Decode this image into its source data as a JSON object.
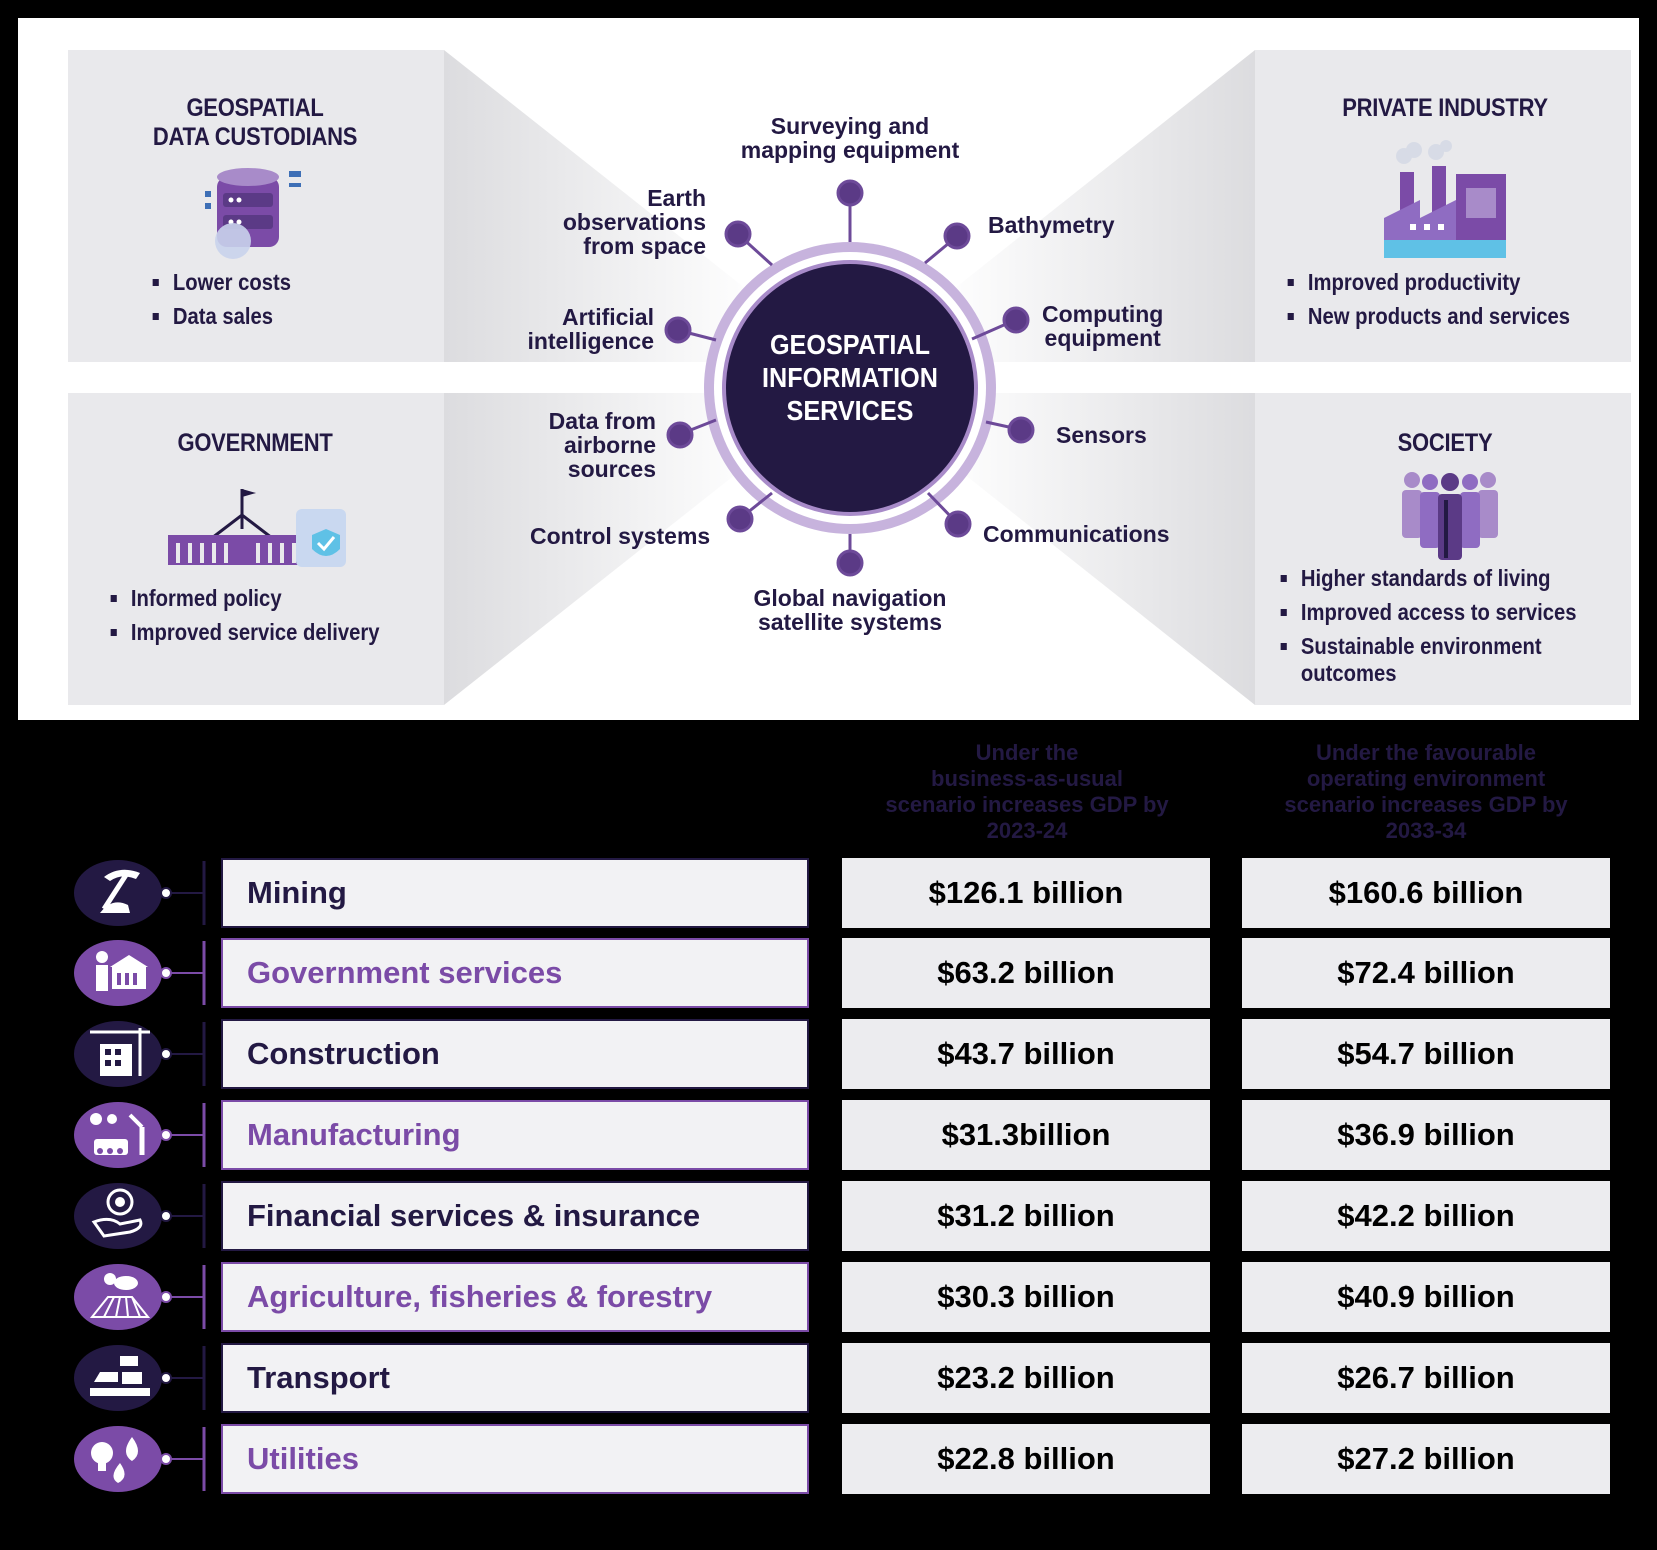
{
  "panels": {
    "custodians": {
      "title_line1": "GEOSPATIAL",
      "title_line2": "DATA CUSTODIANS",
      "icon": "database-icon",
      "bullets": [
        "Lower costs",
        "Data sales"
      ]
    },
    "private_industry": {
      "title": "PRIVATE INDUSTRY",
      "icon": "factory-icon",
      "bullets": [
        "Improved productivity",
        "New products and services"
      ]
    },
    "government": {
      "title": "GOVERNMENT",
      "icon": "parliament-shield-icon",
      "bullets": [
        "Informed policy",
        "Improved service delivery"
      ]
    },
    "society": {
      "title": "SOCIETY",
      "icon": "people-group-icon",
      "bullets": [
        "Higher standards of living",
        "Improved access to services",
        "Sustainable environment outcomes"
      ]
    }
  },
  "hub": {
    "line1": "GEOSPATIAL",
    "line2": "INFORMATION",
    "line3": "SERVICES"
  },
  "spokes": {
    "surveying": [
      "Surveying and",
      "mapping equipment"
    ],
    "bathymetry": [
      "Bathymetry"
    ],
    "computing": [
      "Computing",
      "equipment"
    ],
    "sensors": [
      "Sensors"
    ],
    "communications": [
      "Communications"
    ],
    "gnss": [
      "Global navigation",
      "satellite systems"
    ],
    "control": [
      "Control systems"
    ],
    "airborne": [
      "Data from",
      "airborne",
      "sources"
    ],
    "ai": [
      "Artificial",
      "intelligence"
    ],
    "earth": [
      "Earth",
      "observations",
      "from space"
    ]
  },
  "columns": {
    "bau": [
      "Under the",
      "business-as-usual",
      "scenario increases GDP by",
      "2023-24"
    ],
    "favourable": [
      "Under the favourable",
      "operating environment",
      "scenario increases GDP by",
      "2033-34"
    ]
  },
  "sectors": [
    {
      "name": "Mining",
      "icon": "pickaxe-icon",
      "bau": "$126.1 billion",
      "fav": "$160.6 billion",
      "style": "dark"
    },
    {
      "name": "Government services",
      "icon": "government-building-icon",
      "bau": "$63.2 billion",
      "fav": "$72.4 billion",
      "style": "purple"
    },
    {
      "name": "Construction",
      "icon": "crane-building-icon",
      "bau": "$43.7 billion",
      "fav": "$54.7 billion",
      "style": "dark"
    },
    {
      "name": "Manufacturing",
      "icon": "robot-arm-icon",
      "bau": "$31.3billion",
      "fav": "$36.9 billion",
      "style": "purple"
    },
    {
      "name": "Financial services & insurance",
      "icon": "hand-coin-icon",
      "bau": "$31.2 billion",
      "fav": "$42.2 billion",
      "style": "dark"
    },
    {
      "name": "Agriculture, fisheries & forestry",
      "icon": "field-weather-icon",
      "bau": "$30.3 billion",
      "fav": "$40.9 billion",
      "style": "purple"
    },
    {
      "name": "Transport",
      "icon": "ship-truck-icon",
      "bau": "$23.2 billion",
      "fav": "$26.7 billion",
      "style": "dark"
    },
    {
      "name": "Utilities",
      "icon": "bulb-water-icon",
      "bau": "$22.8 billion",
      "fav": "$27.2 billion",
      "style": "purple"
    }
  ],
  "colors": {
    "dark_navy": "#231943",
    "purple": "#7b4ba7",
    "light_purple": "#a88bc9",
    "panel_grey": "#e9e9ec"
  }
}
